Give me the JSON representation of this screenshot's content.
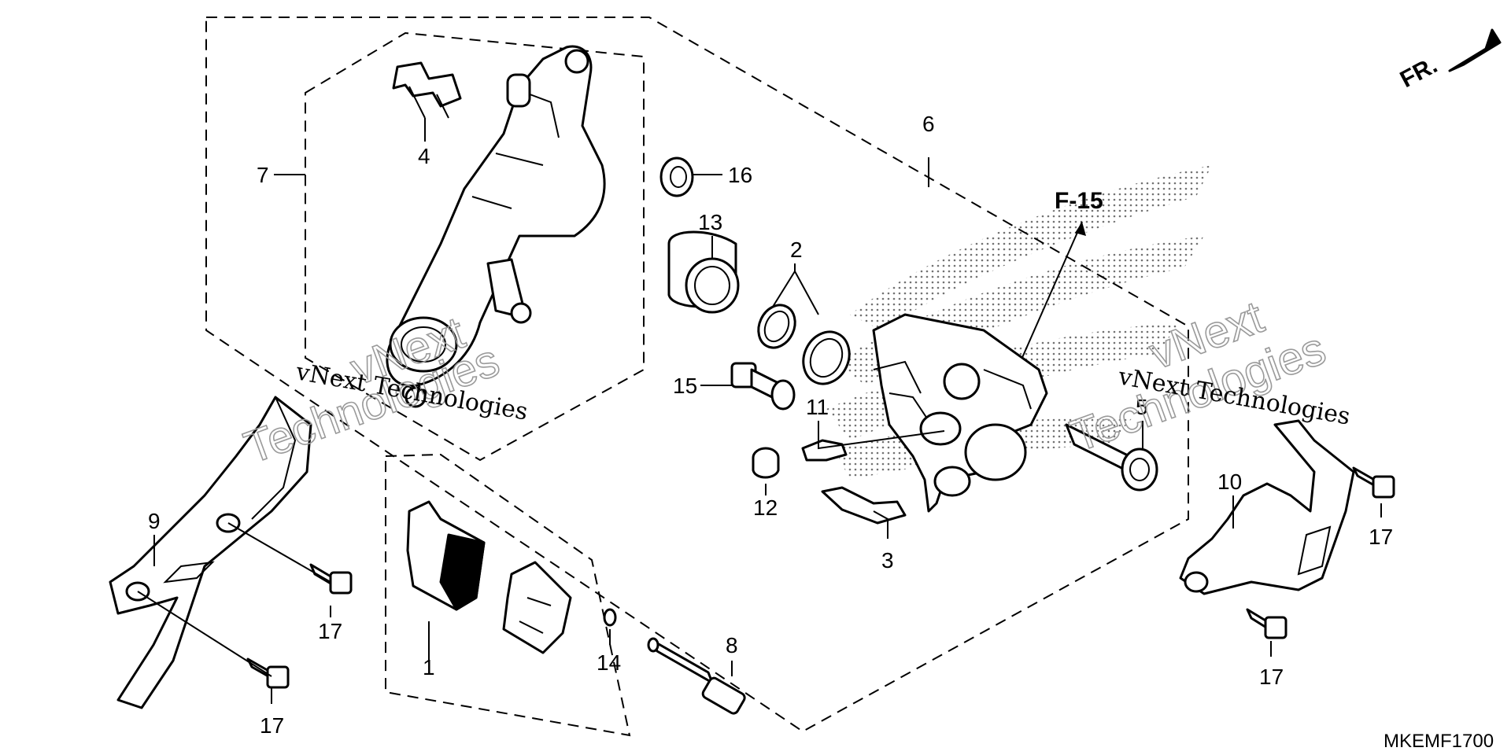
{
  "direction_tag": "FR.",
  "reference_tag": "F-15",
  "diagram_code": "MKEMF1700",
  "watermarks": [
    {
      "small": "vNext Technologies",
      "big1": "vNext",
      "big2": "Technologies"
    },
    {
      "small": "vNext Technologies",
      "big1": "vNext",
      "big2": "Technologies"
    }
  ],
  "callouts": {
    "p1": "1",
    "p2": "2",
    "p3": "3",
    "p4": "4",
    "p5": "5",
    "p6": "6",
    "p7": "7",
    "p8": "8",
    "p9": "9",
    "p10": "10",
    "p11": "11",
    "p12": "12",
    "p13": "13",
    "p14": "14",
    "p15": "15",
    "p16": "16",
    "p17a": "17",
    "p17b": "17",
    "p17c": "17",
    "p17d": "17"
  }
}
